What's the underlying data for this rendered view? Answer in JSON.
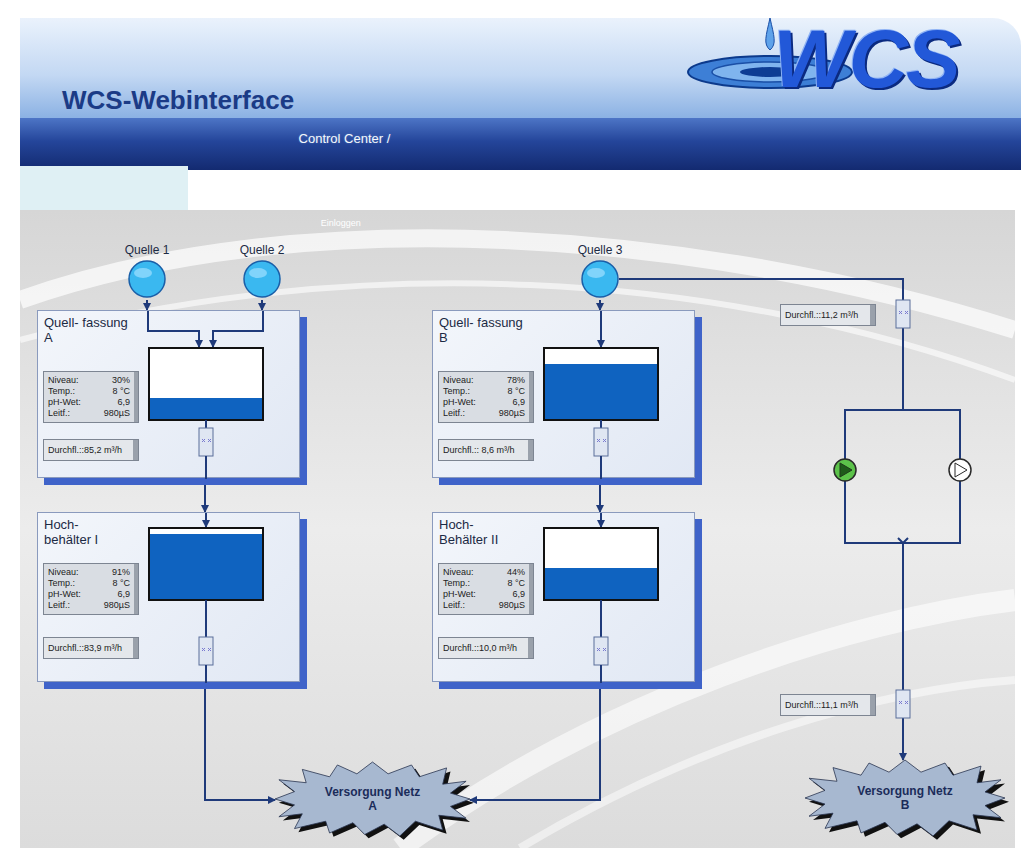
{
  "diagram": {
    "title": "WCS-Webinterface",
    "nodes": [
      {
        "text": [
          "Quelle 1"
        ]
      },
      {
        "text": [
          "Quelle 2"
        ]
      },
      {
        "text": [
          "Quelle 3"
        ]
      },
      {
        "text": [
          "Quell- fassung A"
        ]
      },
      {
        "text": [
          "Niveau:",
          "30%",
          "Temp.:",
          "8 °C",
          "pH-Wet:",
          "6,9",
          "Leitf.:",
          "980µS"
        ],
        "in": 3
      },
      {
        "text": [
          "Durchfl.::85,2 m³/h"
        ],
        "in": 3
      },
      {
        "text": [
          "Hoch- behälter I"
        ]
      },
      {
        "text": [
          "Niveau:",
          "91%",
          "Temp.:",
          "8 °C",
          "pH-Wet:",
          "6,9",
          "Leitf.:",
          "980µS"
        ],
        "in": 6
      },
      {
        "text": [
          "Durchfl.::83,9 m³/h"
        ],
        "in": 6
      },
      {
        "text": [
          "Quell- fassung B"
        ]
      },
      {
        "text": [
          "Niveau:",
          "78%",
          "Temp.:",
          "8 °C",
          "pH-Wet:",
          "6,9",
          "Leitf.:",
          "980µS"
        ],
        "in": 9
      },
      {
        "text": [
          "Durchfl.:: 8,6 m³/h"
        ],
        "in": 9
      },
      {
        "text": [
          "Hoch- Behälter II"
        ]
      },
      {
        "text": [
          "Niveau:",
          "44%",
          "Temp.:",
          "8 °C",
          "pH-Wet:",
          "6,9",
          "Leitf.:",
          "980µS"
        ],
        "in": 12
      },
      {
        "text": [
          "Durchfl.::10,0 m³/h"
        ],
        "in": 12
      },
      {
        "text": [
          "Durchfl.::11,2 m³/h"
        ]
      },
      {
        "text": [
          "Durchfl.::11,1 m³/h"
        ]
      },
      {
        "text": [
          "Versorgung Netz A"
        ]
      },
      {
        "text": [
          "Versorgung Netz B"
        ]
      }
    ],
    "edges": [
      {
        "from": 0,
        "to": 3,
        "arrow": "to"
      },
      {
        "from": 1,
        "to": 3,
        "arrow": "to"
      },
      {
        "from": 3,
        "to": 6,
        "arrow": "to"
      },
      {
        "from": 6,
        "to": 17,
        "arrow": "to"
      },
      {
        "from": 2,
        "to": 9,
        "arrow": "to"
      },
      {
        "from": 9,
        "to": 12,
        "arrow": "to"
      },
      {
        "from": 12,
        "to": 17,
        "arrow": "to"
      },
      {
        "from": 2,
        "to": 18,
        "arrow": "to"
      }
    ],
    "labels": [
      "Control Center /",
      "Einloggen",
      "WCS"
    ]
  }
}
